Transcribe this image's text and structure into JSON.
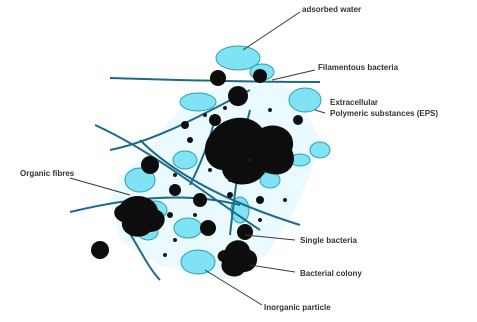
{
  "labels": {
    "adsorbed_water": "adsorbed water",
    "filamentous_bacteria": "Filamentous bacteria",
    "eps_line1": "Extracellular",
    "eps_line2": "Polymeric substances (EPS)",
    "organic_fibres": "Organic fibres",
    "single_bacteria": "Single bacteria",
    "bacterial_colony": "Bacterial colony",
    "inorganic_particle": "Inorganic particle"
  },
  "colors": {
    "floc": "#7fe3f4",
    "floc_edge": "#2a9fb8",
    "fiber": "#1d6b8a",
    "bacteria": "#0d0d0d",
    "label_text": "#333333"
  }
}
